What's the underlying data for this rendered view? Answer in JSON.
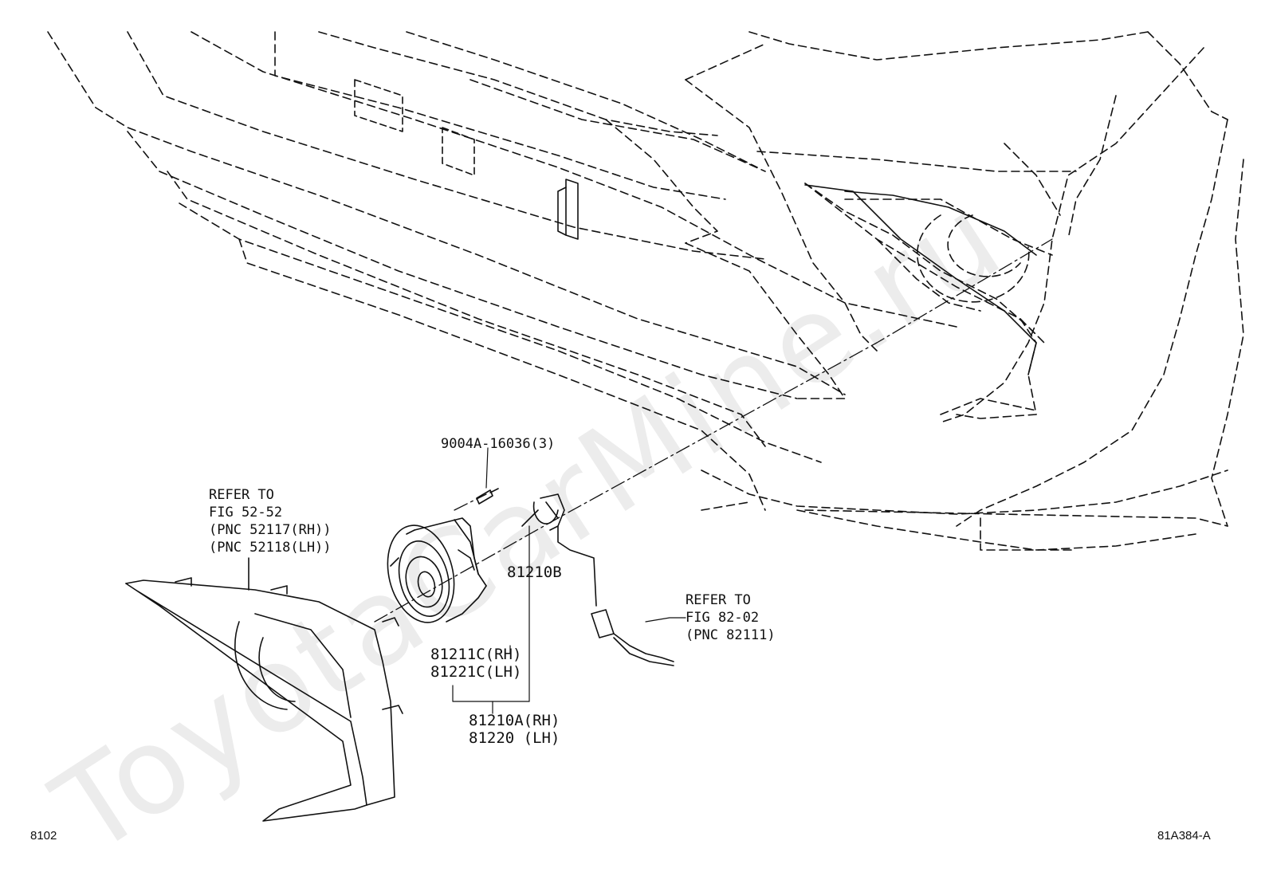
{
  "watermark": "ToyotaCarMine.ru",
  "figure_code": "8102",
  "illustration_id": "81A384-A",
  "labels": {
    "screw": "9004A-16036(3)",
    "bezel_ref": "REFER TO\nFIG 52-52\n(PNC 52117(RH))\n(PNC 52118(LH))",
    "bulb": "81210B",
    "lamp_unit": "81211C(RH)\n81221C(LH)",
    "lamp_assembly": "81210A(RH)\n81220 (LH)",
    "wire_ref": "REFER TO\nFIG 82-02\n(PNC 82111)"
  },
  "colors": {
    "ink": "#111111",
    "watermark": "#aaaaaa"
  }
}
